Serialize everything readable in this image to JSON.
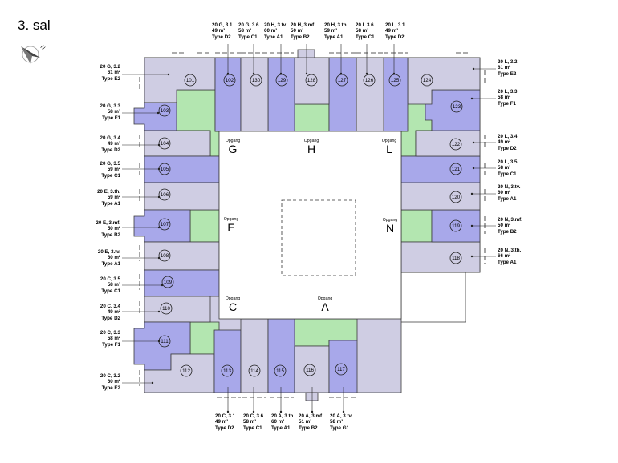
{
  "title": "3. sal",
  "north_label": "N",
  "colors": {
    "grey": "#cfcde3",
    "blue": "#a8a8ea",
    "green": "#b3e6b0",
    "outline": "#3a3a3a",
    "courtyard": "#ffffff"
  },
  "stairs": [
    {
      "id": "G",
      "small": "Opgang",
      "big": "G"
    },
    {
      "id": "H",
      "small": "Opgang",
      "big": "H"
    },
    {
      "id": "L",
      "small": "Opgang",
      "big": "L"
    },
    {
      "id": "E",
      "small": "Opgang",
      "big": "E"
    },
    {
      "id": "N",
      "small": "Opgang",
      "big": "N"
    },
    {
      "id": "C",
      "small": "Opgang",
      "big": "C"
    },
    {
      "id": "A",
      "small": "Opgang",
      "big": "A"
    }
  ],
  "units": [
    {
      "no": "101",
      "addr": "20 G, 3.2",
      "area": "61 m²",
      "type": "Type E2"
    },
    {
      "no": "102",
      "addr": "20 G, 3.1",
      "area": "49 m²",
      "type": "Type D2"
    },
    {
      "no": "103",
      "addr": "20 G, 3.3",
      "area": "58 m²",
      "type": "Type F1"
    },
    {
      "no": "104",
      "addr": "20 G, 3.4",
      "area": "49 m²",
      "type": "Type D2"
    },
    {
      "no": "105",
      "addr": "20 G, 3.5",
      "area": "59 m²",
      "type": "Type C1"
    },
    {
      "no": "106",
      "addr": "20 E, 3.th.",
      "area": "59 m²",
      "type": "Type A1"
    },
    {
      "no": "107",
      "addr": "20 E, 3.mf.",
      "area": "50 m²",
      "type": "Type B2"
    },
    {
      "no": "108",
      "addr": "20 E, 3.tv.",
      "area": "60 m²",
      "type": "Type A1"
    },
    {
      "no": "109",
      "addr": "20 C, 3.5",
      "area": "58 m²",
      "type": "Type C1"
    },
    {
      "no": "110",
      "addr": "20 C, 3.4",
      "area": "49 m²",
      "type": "Type D2"
    },
    {
      "no": "111",
      "addr": "20 C, 3.3",
      "area": "58 m²",
      "type": "Type F1"
    },
    {
      "no": "112",
      "addr": "20 C, 3.2",
      "area": "60 m²",
      "type": "Type E2"
    },
    {
      "no": "113",
      "addr": "20 C, 3.1",
      "area": "49 m²",
      "type": "Type D2"
    },
    {
      "no": "114",
      "addr": "20 C, 3.6",
      "area": "58 m²",
      "type": "Type C1"
    },
    {
      "no": "115",
      "addr": "20 A, 3.th.",
      "area": "60 m²",
      "type": "Type A1"
    },
    {
      "no": "116",
      "addr": "20 A, 3.mf.",
      "area": "51 m²",
      "type": "Type B2"
    },
    {
      "no": "117",
      "addr": "20 A, 3.tv.",
      "area": "58 m²",
      "type": "Type G1"
    },
    {
      "no": "118",
      "addr": "20 N, 3.th.",
      "area": "66 m²",
      "type": "Type A1"
    },
    {
      "no": "119",
      "addr": "20 N, 3.mf.",
      "area": "50 m²",
      "type": "Type B2"
    },
    {
      "no": "120",
      "addr": "20 N, 3.tv.",
      "area": "60 m²",
      "type": "Type A1"
    },
    {
      "no": "121",
      "addr": "20 L, 3.5",
      "area": "58 m²",
      "type": "Type C1"
    },
    {
      "no": "122",
      "addr": "20 L, 3.4",
      "area": "49 m²",
      "type": "Type D2"
    },
    {
      "no": "123",
      "addr": "20 L, 3.3",
      "area": "58 m²",
      "type": "Type F1"
    },
    {
      "no": "124",
      "addr": "20 L, 3.2",
      "area": "61 m²",
      "type": "Type E2"
    },
    {
      "no": "125",
      "addr": "20 L, 3.1",
      "area": "49 m²",
      "type": "Type D2"
    },
    {
      "no": "126",
      "addr": "20 L 3.6",
      "area": "58 m²",
      "type": "Type C1"
    },
    {
      "no": "127",
      "addr": "20 H, 3.th.",
      "area": "59 m²",
      "type": "Type A1"
    },
    {
      "no": "128",
      "addr": "20 H, 3.mf.",
      "area": "50 m²",
      "type": "Type B2"
    },
    {
      "no": "129",
      "addr": "20 H, 3.tv.",
      "area": "60 m²",
      "type": "Type A1"
    },
    {
      "no": "130",
      "addr": "20 G, 3.6",
      "area": "58 m²",
      "type": "Type C1"
    }
  ]
}
